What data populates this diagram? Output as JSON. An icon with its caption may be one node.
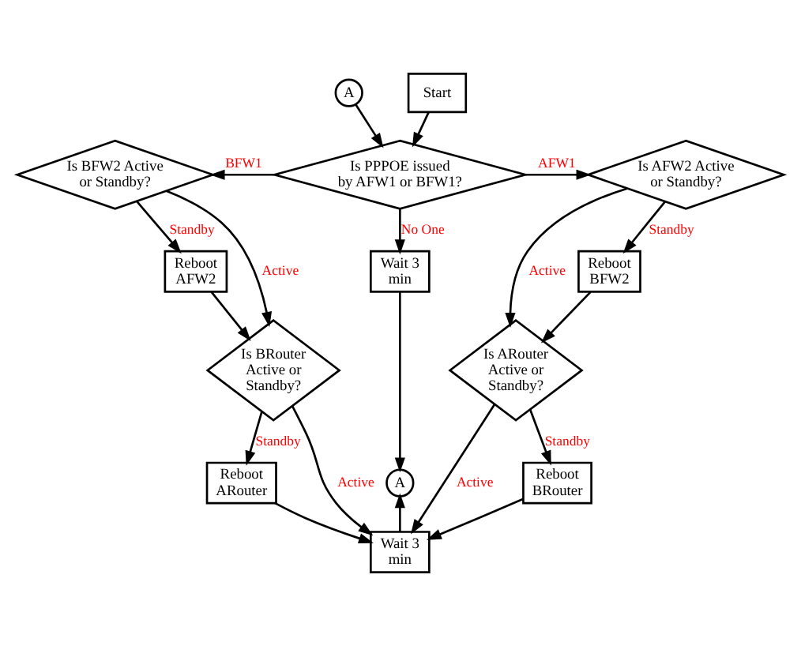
{
  "diagram": {
    "nodes": [
      {
        "text": [
          "Start"
        ]
      },
      {
        "text": [
          "A"
        ]
      },
      {
        "text": [
          "Is PPPOE issued by AFW1 or BFW1?"
        ]
      },
      {
        "text": [
          "Is BFW2 Active or Standby?"
        ]
      },
      {
        "text": [
          "Is AFW2 Active or Standby?"
        ]
      },
      {
        "text": [
          "Reboot AFW2"
        ]
      },
      {
        "text": [
          "Reboot BFW2"
        ]
      },
      {
        "text": [
          "Wait 3 min"
        ]
      },
      {
        "text": [
          "Is BRouter Active or Standby?"
        ]
      },
      {
        "text": [
          "Is ARouter Active or Standby?"
        ]
      },
      {
        "text": [
          "Reboot ARouter"
        ]
      },
      {
        "text": [
          "Reboot BRouter"
        ]
      },
      {
        "text": [
          "A"
        ]
      },
      {
        "text": [
          "Wait 3 min"
        ]
      }
    ],
    "edges": [
      {
        "from": 0,
        "to": 2,
        "arrow": "to"
      },
      {
        "from": 1,
        "to": 2,
        "arrow": "to"
      },
      {
        "from": 2,
        "to": 3,
        "arrow": "to",
        "label": "BFW1"
      },
      {
        "from": 2,
        "to": 4,
        "arrow": "to",
        "label": "AFW1"
      },
      {
        "from": 2,
        "to": 7,
        "arrow": "to",
        "label": "No One"
      },
      {
        "from": 3,
        "to": 5,
        "arrow": "to",
        "label": "Standby"
      },
      {
        "from": 3,
        "to": 8,
        "arrow": "to",
        "label": "Active"
      },
      {
        "from": 5,
        "to": 8,
        "arrow": "to"
      },
      {
        "from": 4,
        "to": 6,
        "arrow": "to",
        "label": "Standby"
      },
      {
        "from": 4,
        "to": 9,
        "arrow": "to",
        "label": "Active"
      },
      {
        "from": 6,
        "to": 9,
        "arrow": "to"
      },
      {
        "from": 7,
        "to": 12,
        "arrow": "to"
      },
      {
        "from": 13,
        "to": 12,
        "arrow": "to"
      },
      {
        "from": 8,
        "to": 10,
        "arrow": "to",
        "label": "Standby"
      },
      {
        "from": 8,
        "to": 13,
        "arrow": "to",
        "label": "Active"
      },
      {
        "from": 10,
        "to": 13,
        "arrow": "to"
      },
      {
        "from": 9,
        "to": 11,
        "arrow": "to",
        "label": "Standby"
      },
      {
        "from": 9,
        "to": 13,
        "arrow": "to",
        "label": "Active"
      },
      {
        "from": 11,
        "to": 13,
        "arrow": "to"
      }
    ]
  }
}
